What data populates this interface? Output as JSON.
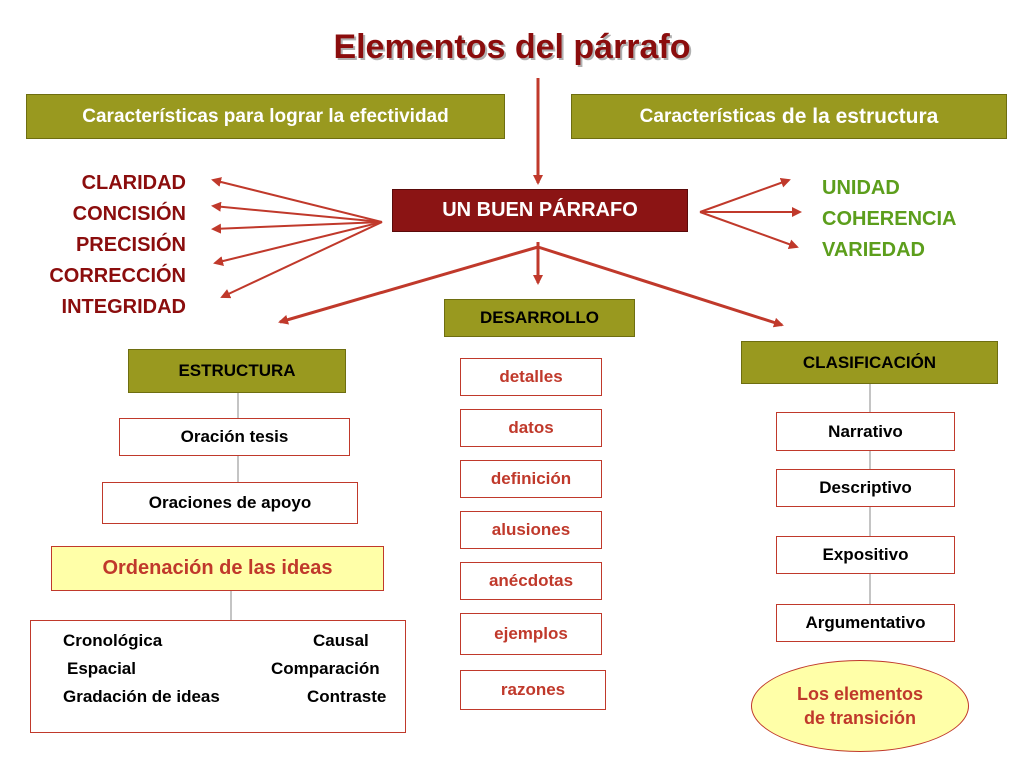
{
  "title": "Elementos del párrafo",
  "header_left": "Características  para lograr la efectividad",
  "header_right_a": "Características",
  "header_right_b": "de la estructura",
  "center": "UN BUEN PÁRRAFO",
  "left_list": [
    "CLARIDAD",
    "CONCISIÓN",
    "PRECISIÓN",
    "CORRECCIÓN",
    "INTEGRIDAD"
  ],
  "right_list": [
    "UNIDAD",
    "COHERENCIA",
    "VARIEDAD"
  ],
  "estructura": {
    "title": "ESTRUCTURA",
    "items": [
      "Oración tesis",
      "Oraciones de apoyo"
    ]
  },
  "ordenacion": {
    "title": "Ordenación de las ideas",
    "left": [
      "Cronológica",
      "Espacial",
      "Gradación de ideas"
    ],
    "right": [
      "Causal",
      "Comparación",
      "Contraste"
    ]
  },
  "desarrollo": {
    "title": "DESARROLLO",
    "items": [
      "detalles",
      "datos",
      "definición",
      "alusiones",
      "anécdotas",
      "ejemplos",
      "razones"
    ]
  },
  "clasificacion": {
    "title": "CLASIFICACIÓN",
    "items": [
      "Narrativo",
      "Descriptivo",
      "Expositivo",
      "Argumentativo"
    ]
  },
  "transicion": [
    "Los elementos",
    "de transición"
  ],
  "colors": {
    "title": "#8b0d0d",
    "olive": "#99991f",
    "red_text": "#c0392b",
    "green_text": "#5c9e1c",
    "arrow": "#c0392b"
  }
}
